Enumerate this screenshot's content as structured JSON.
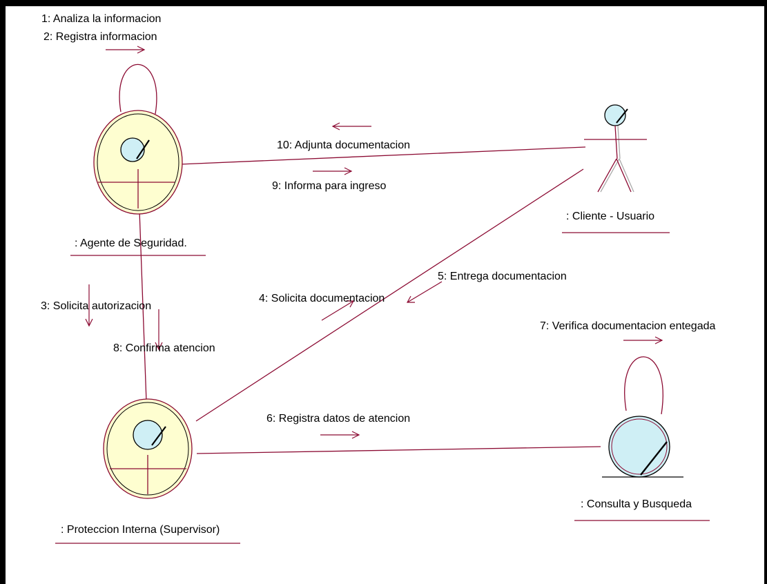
{
  "colors": {
    "line": "#8b0a32",
    "object_fill": "#fefed0",
    "lens_fill": "#cfeff5",
    "frame": "#000000"
  },
  "objects": {
    "agente": ": Agente de Seguridad.",
    "proteccion": ": Proteccion Interna (Supervisor)",
    "cliente": ": Cliente - Usuario",
    "consulta": ": Consulta y Busqueda"
  },
  "messages": {
    "m1": "1: Analiza la informacion",
    "m2": "2: Registra informacion",
    "m3": "3: Solicita autorizacion",
    "m4": "4: Solicita documentacion",
    "m5": "5: Entrega documentacion",
    "m6": "6: Registra datos de atencion",
    "m7": "7: Verifica documentacion entegada",
    "m8": "8: Confirma atencion",
    "m9": "9: Informa para ingreso",
    "m10": "10: Adjunta documentacion"
  }
}
